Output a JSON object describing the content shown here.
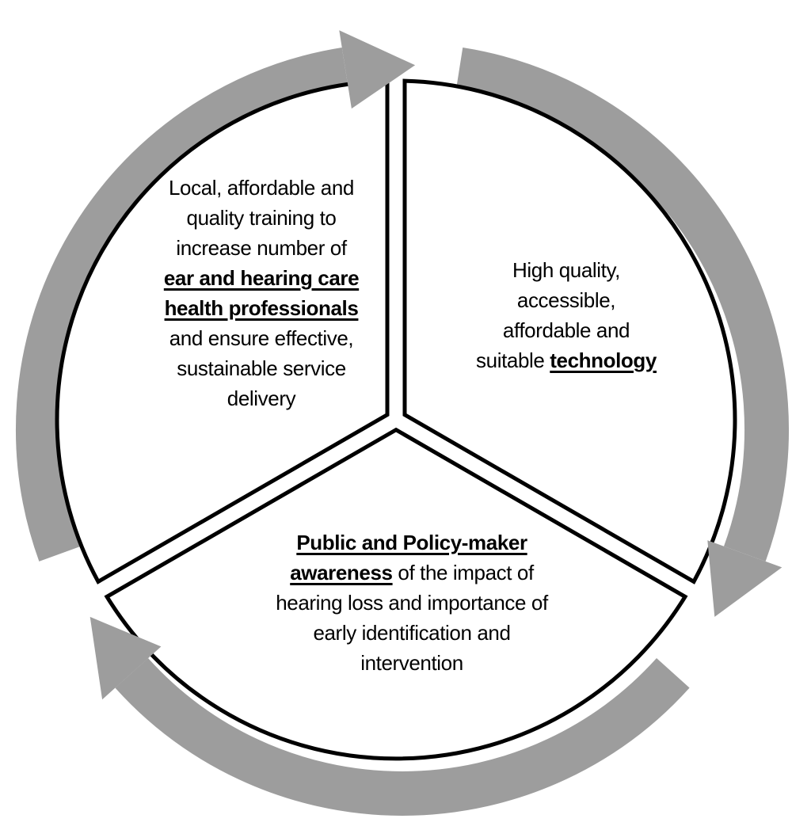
{
  "diagram": {
    "type": "cycle",
    "background_color": "#ffffff",
    "arrow_color": "#9d9d9d",
    "outline_color": "#000000",
    "text_color": "#000000",
    "sections": [
      {
        "id": "training-workforce",
        "position": "top-left",
        "full_text": "Local, affordable and quality training to increase number of ear and hearing care health professionals and ensure effective, sustainable service delivery",
        "lines": [
          [
            {
              "t": "Local, affordable and",
              "em": false
            }
          ],
          [
            {
              "t": "quality training to",
              "em": false
            }
          ],
          [
            {
              "t": "increase number of",
              "em": false
            }
          ],
          [
            {
              "t": "ear and hearing care",
              "em": true
            }
          ],
          [
            {
              "t": "health professionals",
              "em": true
            }
          ],
          [
            {
              "t": "and ensure effective,",
              "em": false
            }
          ],
          [
            {
              "t": "sustainable service",
              "em": false
            }
          ],
          [
            {
              "t": "delivery",
              "em": false
            }
          ]
        ]
      },
      {
        "id": "technology",
        "position": "top-right",
        "full_text": "High quality, accessible, affordable and suitable technology",
        "lines": [
          [
            {
              "t": "High quality,",
              "em": false
            }
          ],
          [
            {
              "t": "accessible,",
              "em": false
            }
          ],
          [
            {
              "t": "affordable and",
              "em": false
            }
          ],
          [
            {
              "t": "suitable ",
              "em": false
            },
            {
              "t": "technology",
              "em": true
            }
          ]
        ]
      },
      {
        "id": "awareness",
        "position": "bottom",
        "full_text": "Public and Policy-maker awareness of the impact of hearing loss and importance of early identification and intervention",
        "lines": [
          [
            {
              "t": "Public and Policy-maker",
              "em": true
            }
          ],
          [
            {
              "t": "awareness",
              "em": true
            },
            {
              "t": " of the impact of",
              "em": false
            }
          ],
          [
            {
              "t": "hearing loss and importance of",
              "em": false
            }
          ],
          [
            {
              "t": "early identification and",
              "em": false
            }
          ],
          [
            {
              "t": "intervention",
              "em": false
            }
          ]
        ]
      }
    ]
  }
}
